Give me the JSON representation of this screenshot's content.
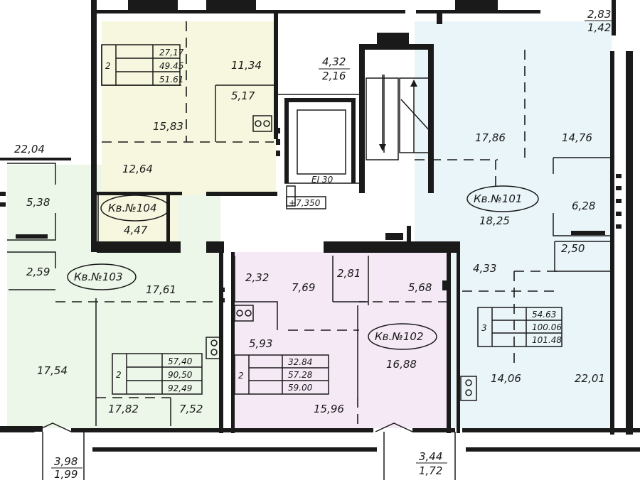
{
  "colors": {
    "apt101": "#e9f5f9",
    "apt102": "#f6e9f6",
    "apt103": "#ecf6e9",
    "apt104": "#f6f7de"
  },
  "apartments": {
    "a101": {
      "tag": "Кв.№101",
      "rooms": "3",
      "areas": [
        "54.63",
        "100.06",
        "101.48"
      ]
    },
    "a102": {
      "tag": "Кв.№102",
      "rooms": "2",
      "areas": [
        "32.84",
        "57.28",
        "59.00"
      ]
    },
    "a103": {
      "tag": "Кв.№103",
      "rooms": "2",
      "areas": [
        "57,40",
        "90,50",
        "92,49"
      ]
    },
    "a104": {
      "tag": "Кв.№104",
      "rooms": "2",
      "areas": [
        "27,17",
        "49.45",
        "51.61"
      ]
    }
  },
  "rooms": {
    "r101_kitchen": "17,86",
    "r101_bedroom1": "14,76",
    "r101_bath": "6,28",
    "r101_living": "18,25",
    "r101_wc": "2,50",
    "r101_hall": "4,33",
    "r101_bedroom2": "14,06",
    "r101_bedroom3": "22,01",
    "r102_wc": "2,32",
    "r102_hall": "7,69",
    "r102_bath": "2,81",
    "r102_corr": "5,68",
    "r102_kitchen": "5,93",
    "r102_living": "16,88",
    "r102_bedroom": "15,96",
    "r103_big": "22,04",
    "r103_bath": "5,38",
    "r103_wc": "2,59",
    "r103_hall": "17,61",
    "r103_living": "17,54",
    "r103_bedroom": "17,82",
    "r103_kitchen": "7,52",
    "r104_bedroom": "11,34",
    "r104_kitchen": "5,17",
    "r104_living": "15,83",
    "r104_hall": "12,64",
    "r104_bath": "4,47"
  },
  "balconies": {
    "b101": [
      "2,83",
      "1,42"
    ],
    "b104": [
      "4,32",
      "2,16"
    ],
    "b103": [
      "3,98",
      "1,99"
    ],
    "b102": [
      "3,44",
      "1,72"
    ]
  },
  "core": {
    "fire_rating": "EI 30",
    "level": "+7,350"
  }
}
